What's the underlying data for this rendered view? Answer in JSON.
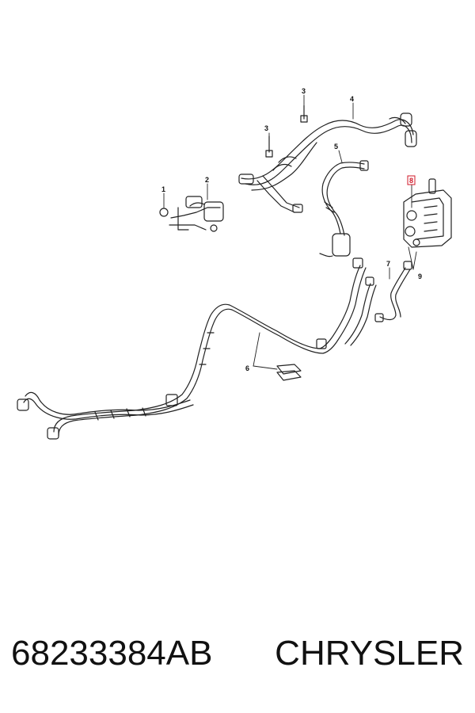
{
  "callouts": {
    "c1": "1",
    "c2": "2",
    "c3a": "3",
    "c3b": "3",
    "c4": "4",
    "c5": "5",
    "c6": "6",
    "c7": "7",
    "c8": "8",
    "c9": "9"
  },
  "highlight_color": "#d11a2a",
  "footer": {
    "part_number": "68233384AB",
    "brand": "CHRYSLER"
  }
}
